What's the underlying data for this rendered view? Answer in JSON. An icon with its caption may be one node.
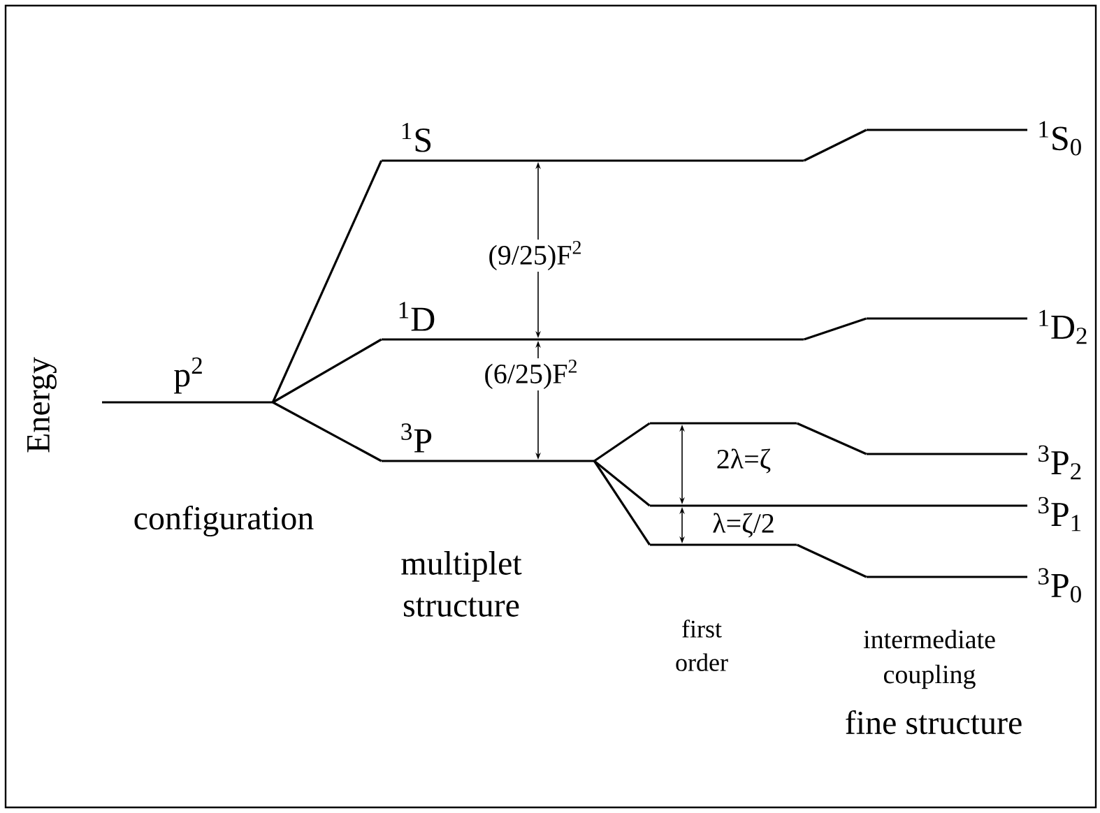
{
  "diagram": {
    "nodes": [
      {
        "text": [
          "p$^{2}$"
        ]
      },
      {
        "text": [
          "$^{1}$S"
        ]
      },
      {
        "text": [
          "$^{1}$D"
        ]
      },
      {
        "text": [
          "$^{3}$P"
        ]
      },
      {
        "text": [],
        "shape": "bar"
      },
      {
        "text": [
          "$^{3}$P$_{1}$"
        ]
      },
      {
        "text": [],
        "shape": "bar"
      },
      {
        "text": [
          "$^{1}$S$_{0}$"
        ]
      },
      {
        "text": [
          "$^{1}$D$_{2}$"
        ]
      },
      {
        "text": [
          "$^{3}$P$_{2}$"
        ]
      },
      {
        "text": [
          "$^{3}$P$_{0}$"
        ]
      }
    ],
    "edges": [
      {
        "from": 0,
        "to": 1,
        "arrow": "none"
      },
      {
        "from": 0,
        "to": 2,
        "arrow": "none"
      },
      {
        "from": 0,
        "to": 3,
        "arrow": "none"
      },
      {
        "from": 3,
        "to": 4,
        "arrow": "none"
      },
      {
        "from": 3,
        "to": 5,
        "arrow": "none"
      },
      {
        "from": 3,
        "to": 6,
        "arrow": "none"
      },
      {
        "from": 1,
        "to": 7,
        "arrow": "none"
      },
      {
        "from": 2,
        "to": 8,
        "arrow": "none"
      },
      {
        "from": 4,
        "to": 9,
        "arrow": "none"
      },
      {
        "from": 6,
        "to": 10,
        "arrow": "none"
      },
      {
        "from": 1,
        "to": 2,
        "arrow": "both",
        "label": "(9/25)F$^{2}$"
      },
      {
        "from": 2,
        "to": 3,
        "arrow": "both",
        "label": "(6/25)F$^{2}$"
      },
      {
        "from": 4,
        "to": 5,
        "arrow": "both",
        "label": "2λ=ζ"
      },
      {
        "from": 5,
        "to": 6,
        "arrow": "both",
        "label": "λ=ζ/2"
      }
    ],
    "labels": [
      "Energy",
      "configuration",
      "multiplet structure",
      "first order",
      "intermediate coupling",
      "fine structure"
    ]
  }
}
